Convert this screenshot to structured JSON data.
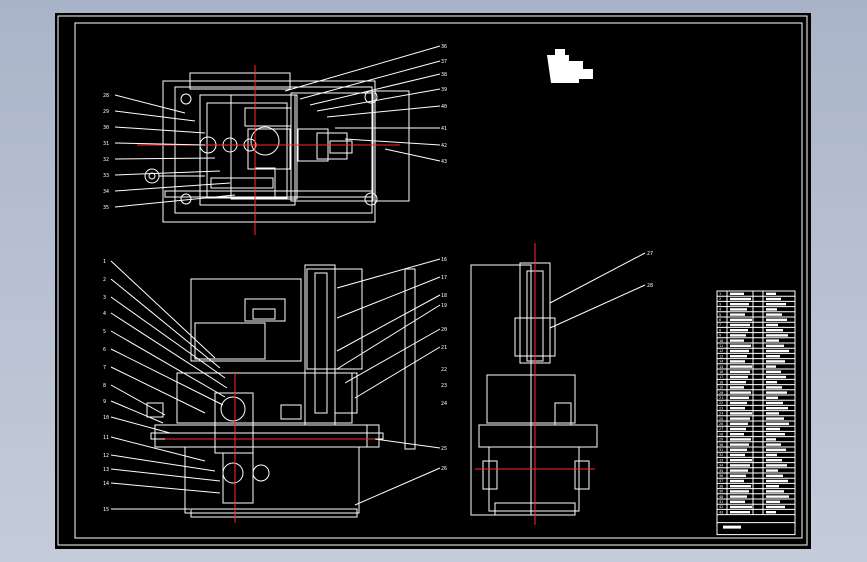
{
  "viewer": {
    "background_color": "#b4bed0",
    "sheet_color": "#000000",
    "line_color": "#ffffff",
    "centerline_color": "#ff2a2a"
  },
  "drawing": {
    "top_view_labels": [
      "36",
      "37",
      "38",
      "39",
      "40",
      "41",
      "42",
      "43",
      "28",
      "29",
      "30",
      "31",
      "32",
      "33",
      "34",
      "35"
    ],
    "front_view_labels": [
      "1",
      "2",
      "3",
      "4",
      "5",
      "6",
      "7",
      "8",
      "9",
      "10",
      "11",
      "12",
      "13",
      "14",
      "15",
      "16",
      "17",
      "18",
      "19",
      "20",
      "21",
      "22",
      "23",
      "24",
      "25",
      "26"
    ],
    "side_view_labels": [
      "27",
      "28"
    ],
    "title_block": {
      "rows": [
        [
          "1",
          "",
          "",
          ""
        ],
        [
          "2",
          "",
          "",
          ""
        ],
        [
          "3",
          "",
          "",
          ""
        ],
        [
          "4",
          "",
          "",
          ""
        ],
        [
          "5",
          "",
          "",
          ""
        ],
        [
          "6",
          "",
          "",
          ""
        ],
        [
          "7",
          "",
          "",
          ""
        ],
        [
          "8",
          "",
          "",
          ""
        ],
        [
          "9",
          "",
          "",
          ""
        ],
        [
          "10",
          "",
          "",
          ""
        ],
        [
          "11",
          "",
          "",
          ""
        ],
        [
          "12",
          "",
          "",
          ""
        ],
        [
          "13",
          "",
          "",
          ""
        ],
        [
          "14",
          "",
          "",
          ""
        ],
        [
          "15",
          "",
          "",
          ""
        ],
        [
          "16",
          "",
          "",
          ""
        ],
        [
          "17",
          "",
          "",
          ""
        ],
        [
          "18",
          "",
          "",
          ""
        ],
        [
          "19",
          "",
          "",
          ""
        ],
        [
          "20",
          "",
          "",
          ""
        ],
        [
          "21",
          "",
          "",
          ""
        ],
        [
          "22",
          "",
          "",
          ""
        ],
        [
          "23",
          "",
          "",
          ""
        ],
        [
          "24",
          "",
          "",
          ""
        ],
        [
          "25",
          "",
          "",
          ""
        ],
        [
          "26",
          "",
          "",
          ""
        ],
        [
          "27",
          "",
          "",
          ""
        ],
        [
          "28",
          "",
          "",
          ""
        ],
        [
          "29",
          "",
          "",
          ""
        ],
        [
          "30",
          "",
          "",
          ""
        ],
        [
          "31",
          "",
          "",
          ""
        ],
        [
          "32",
          "",
          "",
          ""
        ],
        [
          "33",
          "",
          "",
          ""
        ],
        [
          "34",
          "",
          "",
          ""
        ],
        [
          "35",
          "",
          "",
          ""
        ],
        [
          "36",
          "",
          "",
          ""
        ],
        [
          "37",
          "",
          "",
          ""
        ],
        [
          "38",
          "",
          "",
          ""
        ],
        [
          "39",
          "",
          "",
          ""
        ],
        [
          "40",
          "",
          "",
          ""
        ],
        [
          "41",
          "",
          "",
          ""
        ],
        [
          "42",
          "",
          "",
          ""
        ],
        [
          "43",
          "",
          "",
          ""
        ]
      ]
    }
  }
}
